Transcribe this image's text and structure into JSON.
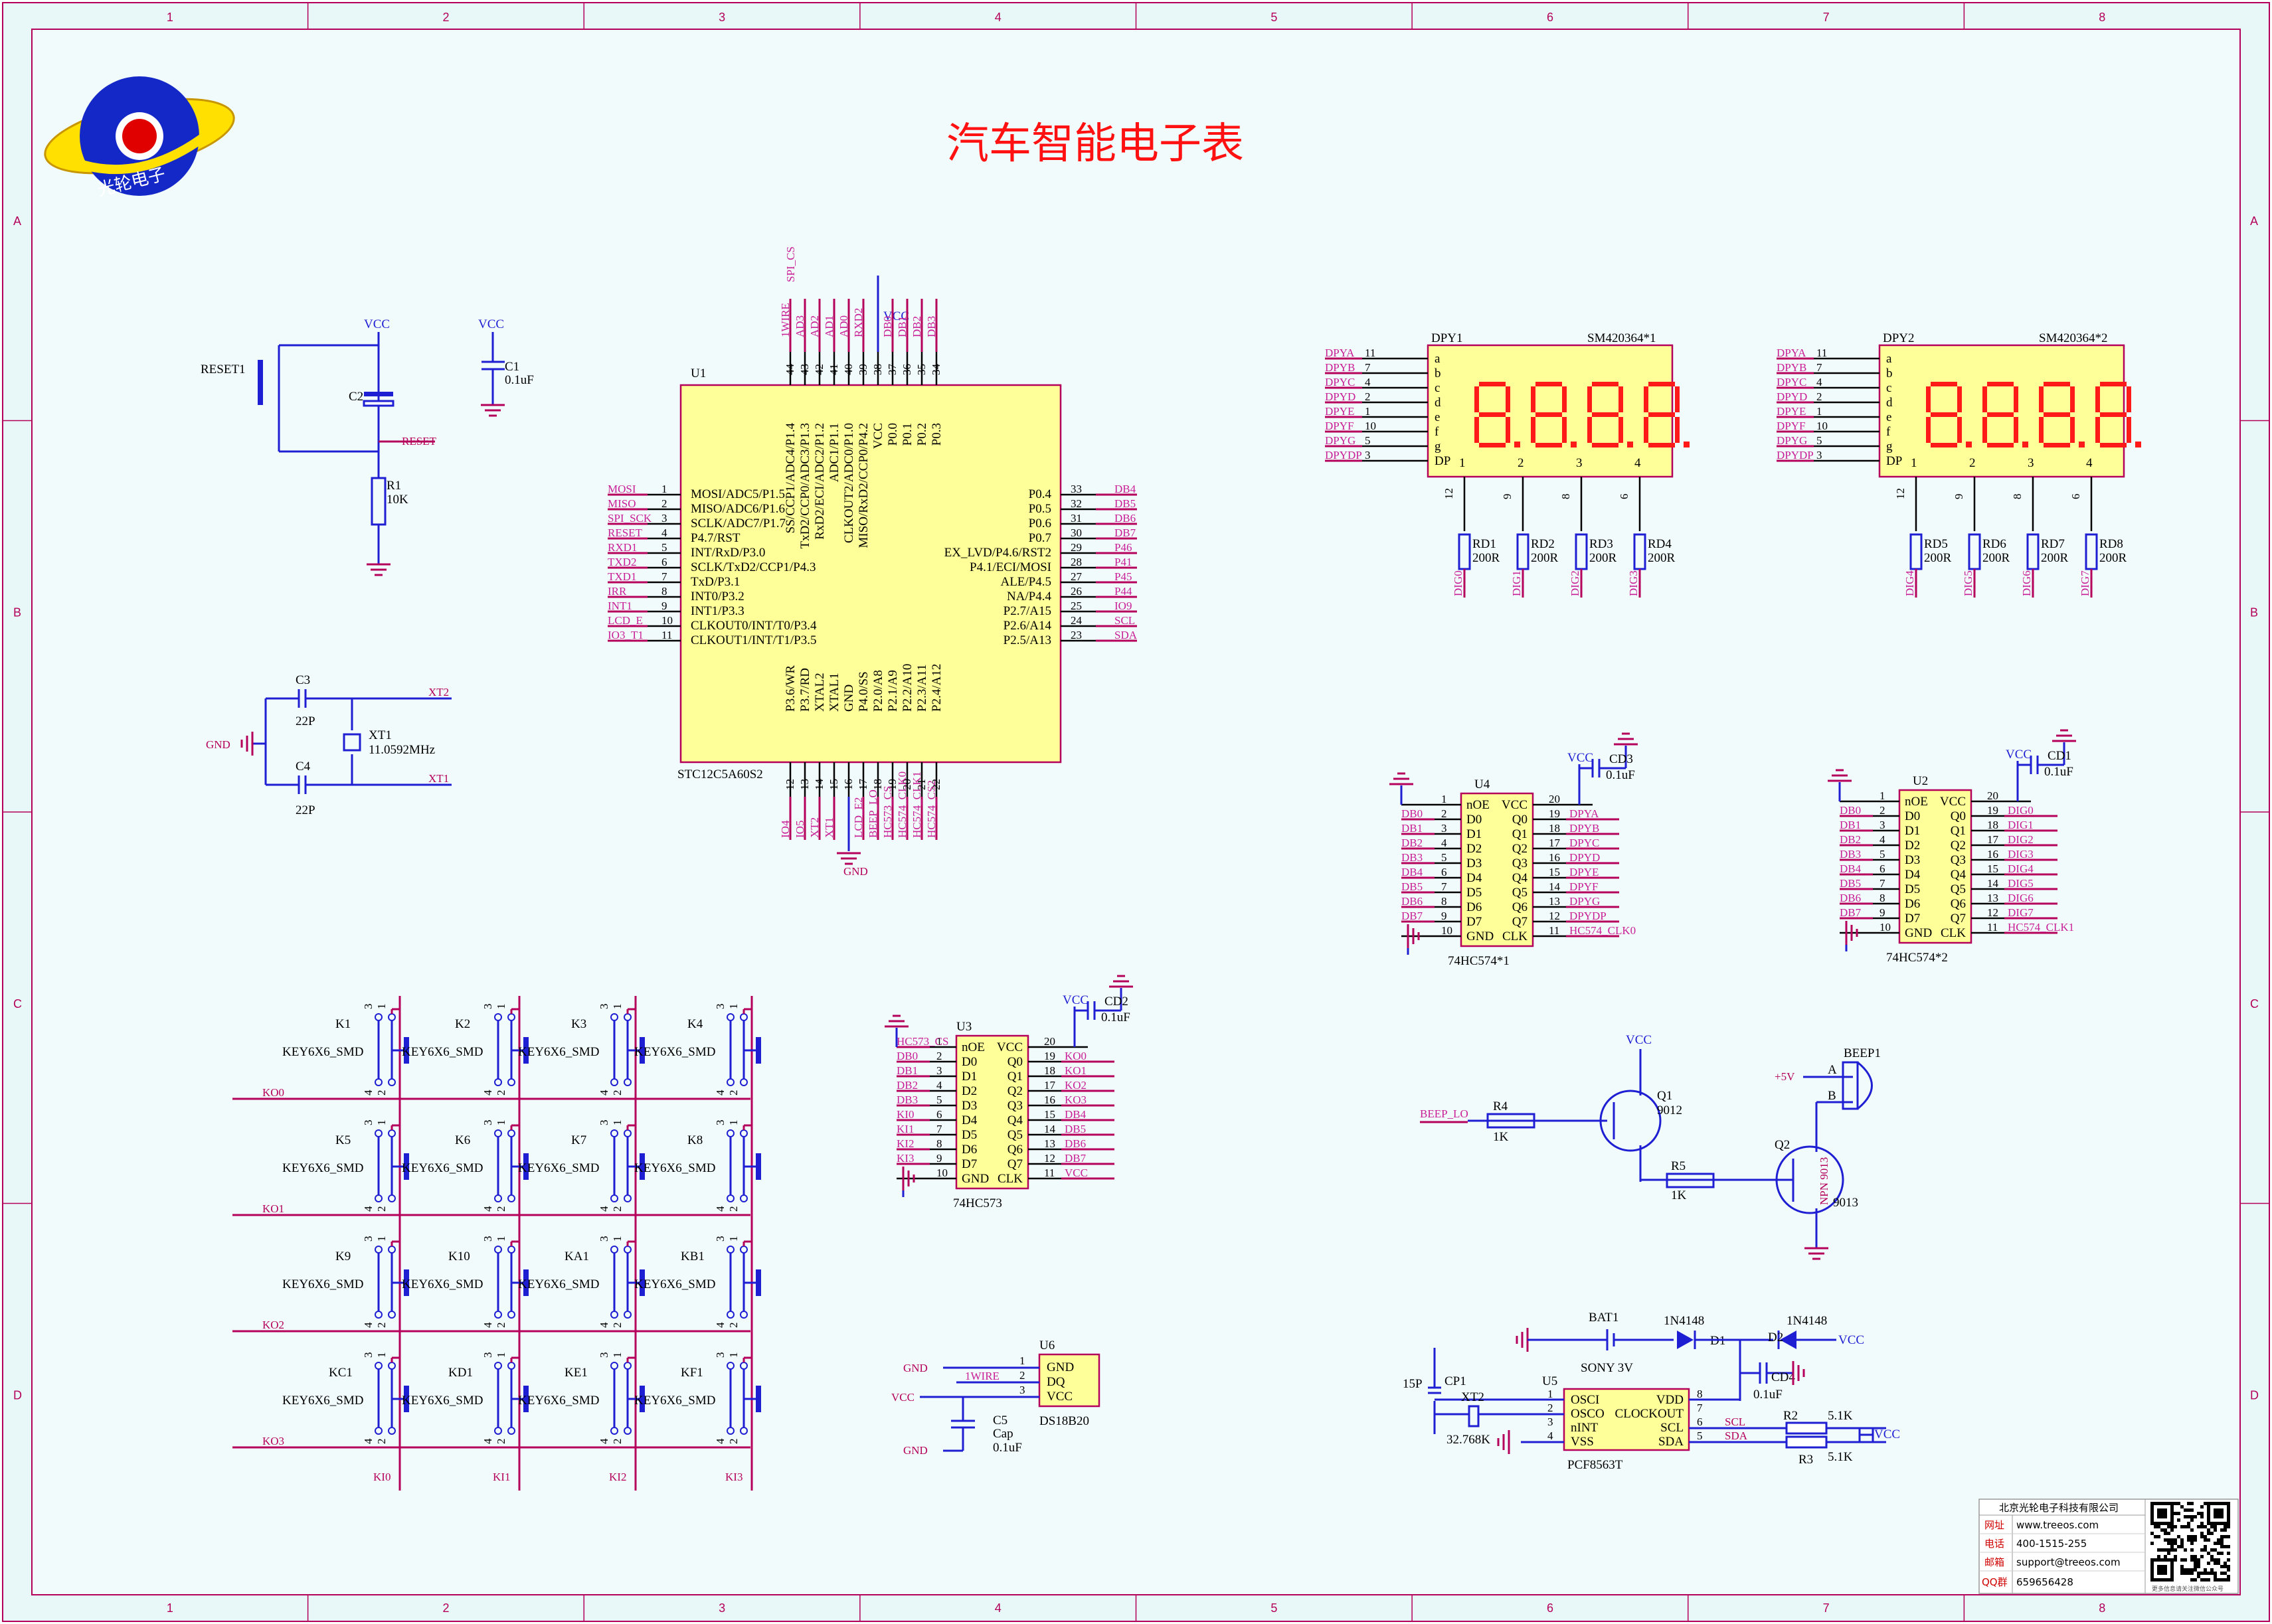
{
  "title": "汽车智能电子表",
  "logo_text": "光轮电子",
  "frame": {
    "columns": [
      "1",
      "2",
      "3",
      "4",
      "5",
      "6",
      "7",
      "8"
    ],
    "rows": [
      "A",
      "B",
      "C",
      "D"
    ]
  },
  "net_labels": {
    "vcc": "VCC",
    "gnd": "GND",
    "plus5v": "+5V"
  },
  "reset_block": {
    "switch": "RESET1",
    "cap": "C2",
    "res": "R1",
    "res_value": "10K",
    "net": "RESET",
    "c1": "C1",
    "c1_value": "0.1uF"
  },
  "crystal_block": {
    "c3": "C3",
    "c3_value": "22P",
    "c4": "C4",
    "c4_value": "22P",
    "xtal": "XT1",
    "xtal_value": "11.0592MHz",
    "net1": "XT2",
    "net2": "XT1"
  },
  "mcu": {
    "ref": "U1",
    "part": "STC12C5A60S2",
    "left_pins": [
      {
        "num": "1",
        "name": "MOSI/ADC5/P1.5",
        "net": "MOSI"
      },
      {
        "num": "2",
        "name": "MISO/ADC6/P1.6",
        "net": "MISO"
      },
      {
        "num": "3",
        "name": "SCLK/ADC7/P1.7",
        "net": "SPI_SCK"
      },
      {
        "num": "4",
        "name": "P4.7/RST",
        "net": "RESET"
      },
      {
        "num": "5",
        "name": "INT/RxD/P3.0",
        "net": "RXD1"
      },
      {
        "num": "6",
        "name": "SCLK/TxD2/CCP1/P4.3",
        "net": "TXD2"
      },
      {
        "num": "7",
        "name": "TxD/P3.1",
        "net": "TXD1"
      },
      {
        "num": "8",
        "name": "INT0/P3.2",
        "net": "IRR"
      },
      {
        "num": "9",
        "name": "INT1/P3.3",
        "net": "INT1"
      },
      {
        "num": "10",
        "name": "CLKOUT0/INT/T0/P3.4",
        "net": "LCD_E"
      },
      {
        "num": "11",
        "name": "CLKOUT1/INT/T1/P3.5",
        "net": "IO3_T1"
      }
    ],
    "right_pins": [
      {
        "num": "33",
        "name": "P0.4",
        "net": "DB4"
      },
      {
        "num": "32",
        "name": "P0.5",
        "net": "DB5"
      },
      {
        "num": "31",
        "name": "P0.6",
        "net": "DB6"
      },
      {
        "num": "30",
        "name": "P0.7",
        "net": "DB7"
      },
      {
        "num": "29",
        "name": "EX_LVD/P4.6/RST2",
        "net": "P46"
      },
      {
        "num": "28",
        "name": "P4.1/ECI/MOSI",
        "net": "P41"
      },
      {
        "num": "27",
        "name": "ALE/P4.5",
        "net": "P45"
      },
      {
        "num": "26",
        "name": "NA/P4.4",
        "net": "P44"
      },
      {
        "num": "25",
        "name": "P2.7/A15",
        "net": "IO9"
      },
      {
        "num": "24",
        "name": "P2.6/A14",
        "net": "SCL"
      },
      {
        "num": "23",
        "name": "P2.5/A13",
        "net": "SDA"
      }
    ],
    "top_pins": [
      {
        "num": "44",
        "name": "SS/CCP1/ADC4/P1.4",
        "net": "1WIRE"
      },
      {
        "num": "43",
        "name": "TxD2/CCP0/ADC3/P1.3",
        "net": "AD3"
      },
      {
        "num": "42",
        "name": "RxD2/ECI/ADC2/P1.2",
        "net": "AD2"
      },
      {
        "num": "41",
        "name": "ADC1/P1.1",
        "net": "AD1"
      },
      {
        "num": "40",
        "name": "CLKOUT2/ADC0/P1.0",
        "net": "AD0"
      },
      {
        "num": "39",
        "name": "MISO/RxD2/CCP0/P4.2",
        "net": "RXD2"
      },
      {
        "num": "38",
        "name": "VCC",
        "net": ""
      },
      {
        "num": "37",
        "name": "P0.0",
        "net": "DB0"
      },
      {
        "num": "36",
        "name": "P0.1",
        "net": "DB1"
      },
      {
        "num": "35",
        "name": "P0.2",
        "net": "DB2"
      },
      {
        "num": "34",
        "name": "P0.3",
        "net": "DB3"
      }
    ],
    "top_extra_net": "SPI_CS",
    "bottom_pins": [
      {
        "num": "12",
        "name": "P3.6/WR",
        "net": "IO4"
      },
      {
        "num": "13",
        "name": "P3.7/RD",
        "net": "IO5"
      },
      {
        "num": "14",
        "name": "XTAL2",
        "net": "XT2"
      },
      {
        "num": "15",
        "name": "XTAL1",
        "net": "XT1"
      },
      {
        "num": "16",
        "name": "GND",
        "net": ""
      },
      {
        "num": "17",
        "name": "P4.0/SS",
        "net": "LCD_E2"
      },
      {
        "num": "18",
        "name": "P2.0/A8",
        "net": "BEEP_LO"
      },
      {
        "num": "19",
        "name": "P2.1/A9",
        "net": "HC573_CS"
      },
      {
        "num": "20",
        "name": "P2.2/A10",
        "net": "HC574_CLK0"
      },
      {
        "num": "21",
        "name": "P2.3/A11",
        "net": "HC574_CLK1"
      },
      {
        "num": "22",
        "name": "P2.4/A12",
        "net": "HC574_CS2"
      }
    ]
  },
  "display1": {
    "ref": "DPY1",
    "part": "SM420364*1",
    "seg_pins": [
      {
        "net": "DPYA",
        "num": "11",
        "name": "a"
      },
      {
        "net": "DPYB",
        "num": "7",
        "name": "b"
      },
      {
        "net": "DPYC",
        "num": "4",
        "name": "c"
      },
      {
        "net": "DPYD",
        "num": "2",
        "name": "d"
      },
      {
        "net": "DPYE",
        "num": "1",
        "name": "e"
      },
      {
        "net": "DPYF",
        "num": "10",
        "name": "f"
      },
      {
        "net": "DPYG",
        "num": "5",
        "name": "g"
      },
      {
        "net": "DPYDP",
        "num": "3",
        "name": "DP"
      }
    ],
    "digit_pins": [
      {
        "num": "12",
        "label": "1",
        "res": "RD1",
        "value": "200R",
        "net": "DIG0"
      },
      {
        "num": "9",
        "label": "2",
        "res": "RD2",
        "value": "200R",
        "net": "DIG1"
      },
      {
        "num": "8",
        "label": "3",
        "res": "RD3",
        "value": "200R",
        "net": "DIG2"
      },
      {
        "num": "6",
        "label": "4",
        "res": "RD4",
        "value": "200R",
        "net": "DIG3"
      }
    ]
  },
  "display2": {
    "ref": "DPY2",
    "part": "SM420364*2",
    "seg_pins": [
      {
        "net": "DPYA",
        "num": "11",
        "name": "a"
      },
      {
        "net": "DPYB",
        "num": "7",
        "name": "b"
      },
      {
        "net": "DPYC",
        "num": "4",
        "name": "c"
      },
      {
        "net": "DPYD",
        "num": "2",
        "name": "d"
      },
      {
        "net": "DPYE",
        "num": "1",
        "name": "e"
      },
      {
        "net": "DPYF",
        "num": "10",
        "name": "f"
      },
      {
        "net": "DPYG",
        "num": "5",
        "name": "g"
      },
      {
        "net": "DPYDP",
        "num": "3",
        "name": "DP"
      }
    ],
    "digit_pins": [
      {
        "num": "12",
        "label": "1",
        "res": "RD5",
        "value": "200R",
        "net": "DIG4"
      },
      {
        "num": "9",
        "label": "2",
        "res": "RD6",
        "value": "200R",
        "net": "DIG5"
      },
      {
        "num": "8",
        "label": "3",
        "res": "RD7",
        "value": "200R",
        "net": "DIG6"
      },
      {
        "num": "6",
        "label": "4",
        "res": "RD8",
        "value": "200R",
        "net": "DIG7"
      }
    ]
  },
  "u4": {
    "ref": "U4",
    "part": "74HC574*1",
    "cap": "CD3",
    "cap_value": "0.1uF",
    "pins_left": [
      {
        "num": "1",
        "name": "nOE",
        "net": ""
      },
      {
        "num": "2",
        "name": "D0",
        "net": "DB0"
      },
      {
        "num": "3",
        "name": "D1",
        "net": "DB1"
      },
      {
        "num": "4",
        "name": "D2",
        "net": "DB2"
      },
      {
        "num": "5",
        "name": "D3",
        "net": "DB3"
      },
      {
        "num": "6",
        "name": "D4",
        "net": "DB4"
      },
      {
        "num": "7",
        "name": "D5",
        "net": "DB5"
      },
      {
        "num": "8",
        "name": "D6",
        "net": "DB6"
      },
      {
        "num": "9",
        "name": "D7",
        "net": "DB7"
      },
      {
        "num": "10",
        "name": "GND",
        "net": ""
      }
    ],
    "pins_right": [
      {
        "num": "20",
        "name": "VCC",
        "net": ""
      },
      {
        "num": "19",
        "name": "Q0",
        "net": "DPYA"
      },
      {
        "num": "18",
        "name": "Q1",
        "net": "DPYB"
      },
      {
        "num": "17",
        "name": "Q2",
        "net": "DPYC"
      },
      {
        "num": "16",
        "name": "Q3",
        "net": "DPYD"
      },
      {
        "num": "15",
        "name": "Q4",
        "net": "DPYE"
      },
      {
        "num": "14",
        "name": "Q5",
        "net": "DPYF"
      },
      {
        "num": "13",
        "name": "Q6",
        "net": "DPYG"
      },
      {
        "num": "12",
        "name": "Q7",
        "net": "DPYDP"
      },
      {
        "num": "11",
        "name": "CLK",
        "net": "HC574_CLK0"
      }
    ]
  },
  "u2": {
    "ref": "U2",
    "part": "74HC574*2",
    "cap": "CD1",
    "cap_value": "0.1uF",
    "pins_left": [
      {
        "num": "1",
        "name": "nOE",
        "net": ""
      },
      {
        "num": "2",
        "name": "D0",
        "net": "DB0"
      },
      {
        "num": "3",
        "name": "D1",
        "net": "DB1"
      },
      {
        "num": "4",
        "name": "D2",
        "net": "DB2"
      },
      {
        "num": "5",
        "name": "D3",
        "net": "DB3"
      },
      {
        "num": "6",
        "name": "D4",
        "net": "DB4"
      },
      {
        "num": "7",
        "name": "D5",
        "net": "DB5"
      },
      {
        "num": "8",
        "name": "D6",
        "net": "DB6"
      },
      {
        "num": "9",
        "name": "D7",
        "net": "DB7"
      },
      {
        "num": "10",
        "name": "GND",
        "net": ""
      }
    ],
    "pins_right": [
      {
        "num": "20",
        "name": "VCC",
        "net": ""
      },
      {
        "num": "19",
        "name": "Q0",
        "net": "DIG0"
      },
      {
        "num": "18",
        "name": "Q1",
        "net": "DIG1"
      },
      {
        "num": "17",
        "name": "Q2",
        "net": "DIG2"
      },
      {
        "num": "16",
        "name": "Q3",
        "net": "DIG3"
      },
      {
        "num": "15",
        "name": "Q4",
        "net": "DIG4"
      },
      {
        "num": "14",
        "name": "Q5",
        "net": "DIG5"
      },
      {
        "num": "13",
        "name": "Q6",
        "net": "DIG6"
      },
      {
        "num": "12",
        "name": "Q7",
        "net": "DIG7"
      },
      {
        "num": "11",
        "name": "CLK",
        "net": "HC574_CLK1"
      }
    ]
  },
  "u3": {
    "ref": "U3",
    "part": "74HC573",
    "cap": "CD2",
    "cap_value": "0.1uF",
    "pins_left": [
      {
        "num": "1",
        "name": "nOE",
        "net": "HC573_CS"
      },
      {
        "num": "2",
        "name": "D0",
        "net": "DB0"
      },
      {
        "num": "3",
        "name": "D1",
        "net": "DB1"
      },
      {
        "num": "4",
        "name": "D2",
        "net": "DB2"
      },
      {
        "num": "5",
        "name": "D3",
        "net": "DB3"
      },
      {
        "num": "6",
        "name": "D4",
        "net": "KI0"
      },
      {
        "num": "7",
        "name": "D5",
        "net": "KI1"
      },
      {
        "num": "8",
        "name": "D6",
        "net": "KI2"
      },
      {
        "num": "9",
        "name": "D7",
        "net": "KI3"
      },
      {
        "num": "10",
        "name": "GND",
        "net": ""
      }
    ],
    "pins_right": [
      {
        "num": "20",
        "name": "VCC",
        "net": ""
      },
      {
        "num": "19",
        "name": "Q0",
        "net": "KO0"
      },
      {
        "num": "18",
        "name": "Q1",
        "net": "KO1"
      },
      {
        "num": "17",
        "name": "Q2",
        "net": "KO2"
      },
      {
        "num": "16",
        "name": "Q3",
        "net": "KO3"
      },
      {
        "num": "15",
        "name": "Q4",
        "net": "DB4"
      },
      {
        "num": "14",
        "name": "Q5",
        "net": "DB5"
      },
      {
        "num": "13",
        "name": "Q6",
        "net": "DB6"
      },
      {
        "num": "12",
        "name": "Q7",
        "net": "DB7"
      },
      {
        "num": "11",
        "name": "CLK",
        "net": "VCC"
      }
    ]
  },
  "keypad": {
    "part": "KEY6X6_SMD",
    "keys": [
      "K1",
      "K2",
      "K3",
      "K4",
      "K5",
      "K6",
      "K7",
      "K8",
      "K9",
      "K10",
      "KA1",
      "KB1",
      "KC1",
      "KD1",
      "KE1",
      "KF1"
    ],
    "rows": [
      "KO0",
      "KO1",
      "KO2",
      "KO3"
    ],
    "cols": [
      "KI0",
      "KI1",
      "KI2",
      "KI3"
    ]
  },
  "u6": {
    "ref": "U6",
    "part": "DS18B20",
    "pins": [
      {
        "num": "1",
        "name": "GND"
      },
      {
        "num": "2",
        "name": "DQ"
      },
      {
        "num": "3",
        "name": "VCC"
      }
    ],
    "net": "1WIRE",
    "cap": "C5",
    "cap_type": "Cap",
    "cap_value": "0.1uF"
  },
  "beep_block": {
    "net": "BEEP_LO",
    "r4": "R4",
    "r4_value": "1K",
    "q1": "Q1",
    "q1_part": "9012",
    "r5": "R5",
    "r5_value": "1K",
    "q2": "Q2",
    "q2_part": "9013",
    "q2_mark": "NPN 9013",
    "beep": "BEEP1",
    "pinA": "A",
    "pinB": "B"
  },
  "rtc_block": {
    "bat": "BAT1",
    "bat_part": "SONY 3V",
    "d1": "D1",
    "d1_part": "1N4148",
    "d2": "D2",
    "d2_part": "1N4148",
    "cp1": "CP1",
    "cp1_value": "15P",
    "cd4": "CD4",
    "cd4_value": "0.1uF",
    "xtal": "XT2",
    "xtal_value": "32.768K",
    "u5": "U5",
    "u5_part": "PCF8563T",
    "u5_pins_left": [
      {
        "num": "1",
        "name": "OSCI"
      },
      {
        "num": "2",
        "name": "OSCO"
      },
      {
        "num": "3",
        "name": "nINT"
      },
      {
        "num": "4",
        "name": "VSS"
      }
    ],
    "u5_pins_right": [
      {
        "num": "8",
        "name": "VDD"
      },
      {
        "num": "7",
        "name": "CLOCKOUT"
      },
      {
        "num": "6",
        "name": "SCL"
      },
      {
        "num": "5",
        "name": "SDA"
      }
    ],
    "r2": "R2",
    "r2_value": "5.1K",
    "r3": "R3",
    "r3_value": "5.1K",
    "scl": "SCL",
    "sda": "SDA"
  },
  "info_box": {
    "company": "北京光轮电子科技有限公司",
    "rows": [
      {
        "label": "网址",
        "value": "www.treeos.com"
      },
      {
        "label": "电话",
        "value": "400-1515-255"
      },
      {
        "label": "邮箱",
        "value": "support@treeos.com"
      },
      {
        "label": "QQ群",
        "value": "659656428"
      }
    ],
    "qr_caption": "更多信息请关注微信公众号"
  },
  "colors": {
    "wire": "#1e1ed2",
    "net": "#b4005a",
    "chip_fill": "#ffff99",
    "segment": "#ff1a1a",
    "title": "#ff1111"
  }
}
